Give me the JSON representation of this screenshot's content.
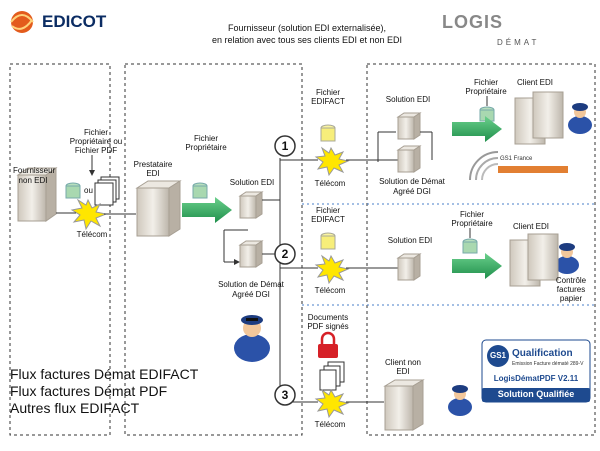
{
  "header": {
    "logo_left": "EDICOT",
    "title_line1": "Fournisseur (solution EDI externalisée),",
    "title_line2": "en relation avec tous ses clients EDI et non EDI",
    "logo_right_main": "LOGIS",
    "logo_right_sub": "DÉMAT"
  },
  "left": {
    "fournisseur": [
      "Fournisseur",
      "non EDI"
    ],
    "fichier_label": [
      "Fichier",
      "Propriétaire ou",
      "Fichier PDF"
    ],
    "ou": "ou",
    "telecom": "Télécom"
  },
  "middle": {
    "prestataire": [
      "Prestataire",
      "EDI"
    ],
    "fichier_prop": [
      "Fichier",
      "Propriétaire"
    ],
    "solution_edi": "Solution EDI",
    "solution_demat": [
      "Solution de Démat",
      "Agréé DGI"
    ]
  },
  "flows": [
    {
      "number": "1",
      "fichier": [
        "Fichier",
        "EDIFACT"
      ],
      "telecom": "Télécom",
      "solution_edi": "Solution EDI",
      "solution_demat": [
        "Solution de Démat",
        "Agréé DGI"
      ],
      "fichier_prop": [
        "Fichier",
        "Propriétaire"
      ],
      "client": "Client EDI",
      "gs1": "GS1 France"
    },
    {
      "number": "2",
      "fichier": [
        "Fichier",
        "EDIFACT"
      ],
      "telecom": "Télécom",
      "solution_edi": "Solution EDI",
      "fichier_prop": [
        "Fichier",
        "Propriétaire"
      ],
      "client": "Client EDI",
      "controle": [
        "Contrôle",
        "factures",
        "papier"
      ]
    },
    {
      "number": "3",
      "documents": [
        "Documents",
        "PDF signés"
      ],
      "telecom": "Télécom",
      "client": [
        "Client non",
        "EDI"
      ]
    }
  ],
  "badge": {
    "gs1": "GS1",
    "qualification": "Qualification",
    "emission": "Emission Facture dématé 289-V",
    "product": "LogisDématPDF V2.11",
    "status": "Solution Qualifiée"
  },
  "legend": [
    "Flux factures Démat EDIFACT",
    "Flux factures Démat PDF",
    "Autres flux EDIFACT"
  ],
  "colors": {
    "arrow": "#2aa05a",
    "star": "#ffe600",
    "file_edifact": "#f7ee7a",
    "file_prop": "#a9d8b0",
    "badge": "#1e4a8f",
    "lock": "#d62027"
  }
}
